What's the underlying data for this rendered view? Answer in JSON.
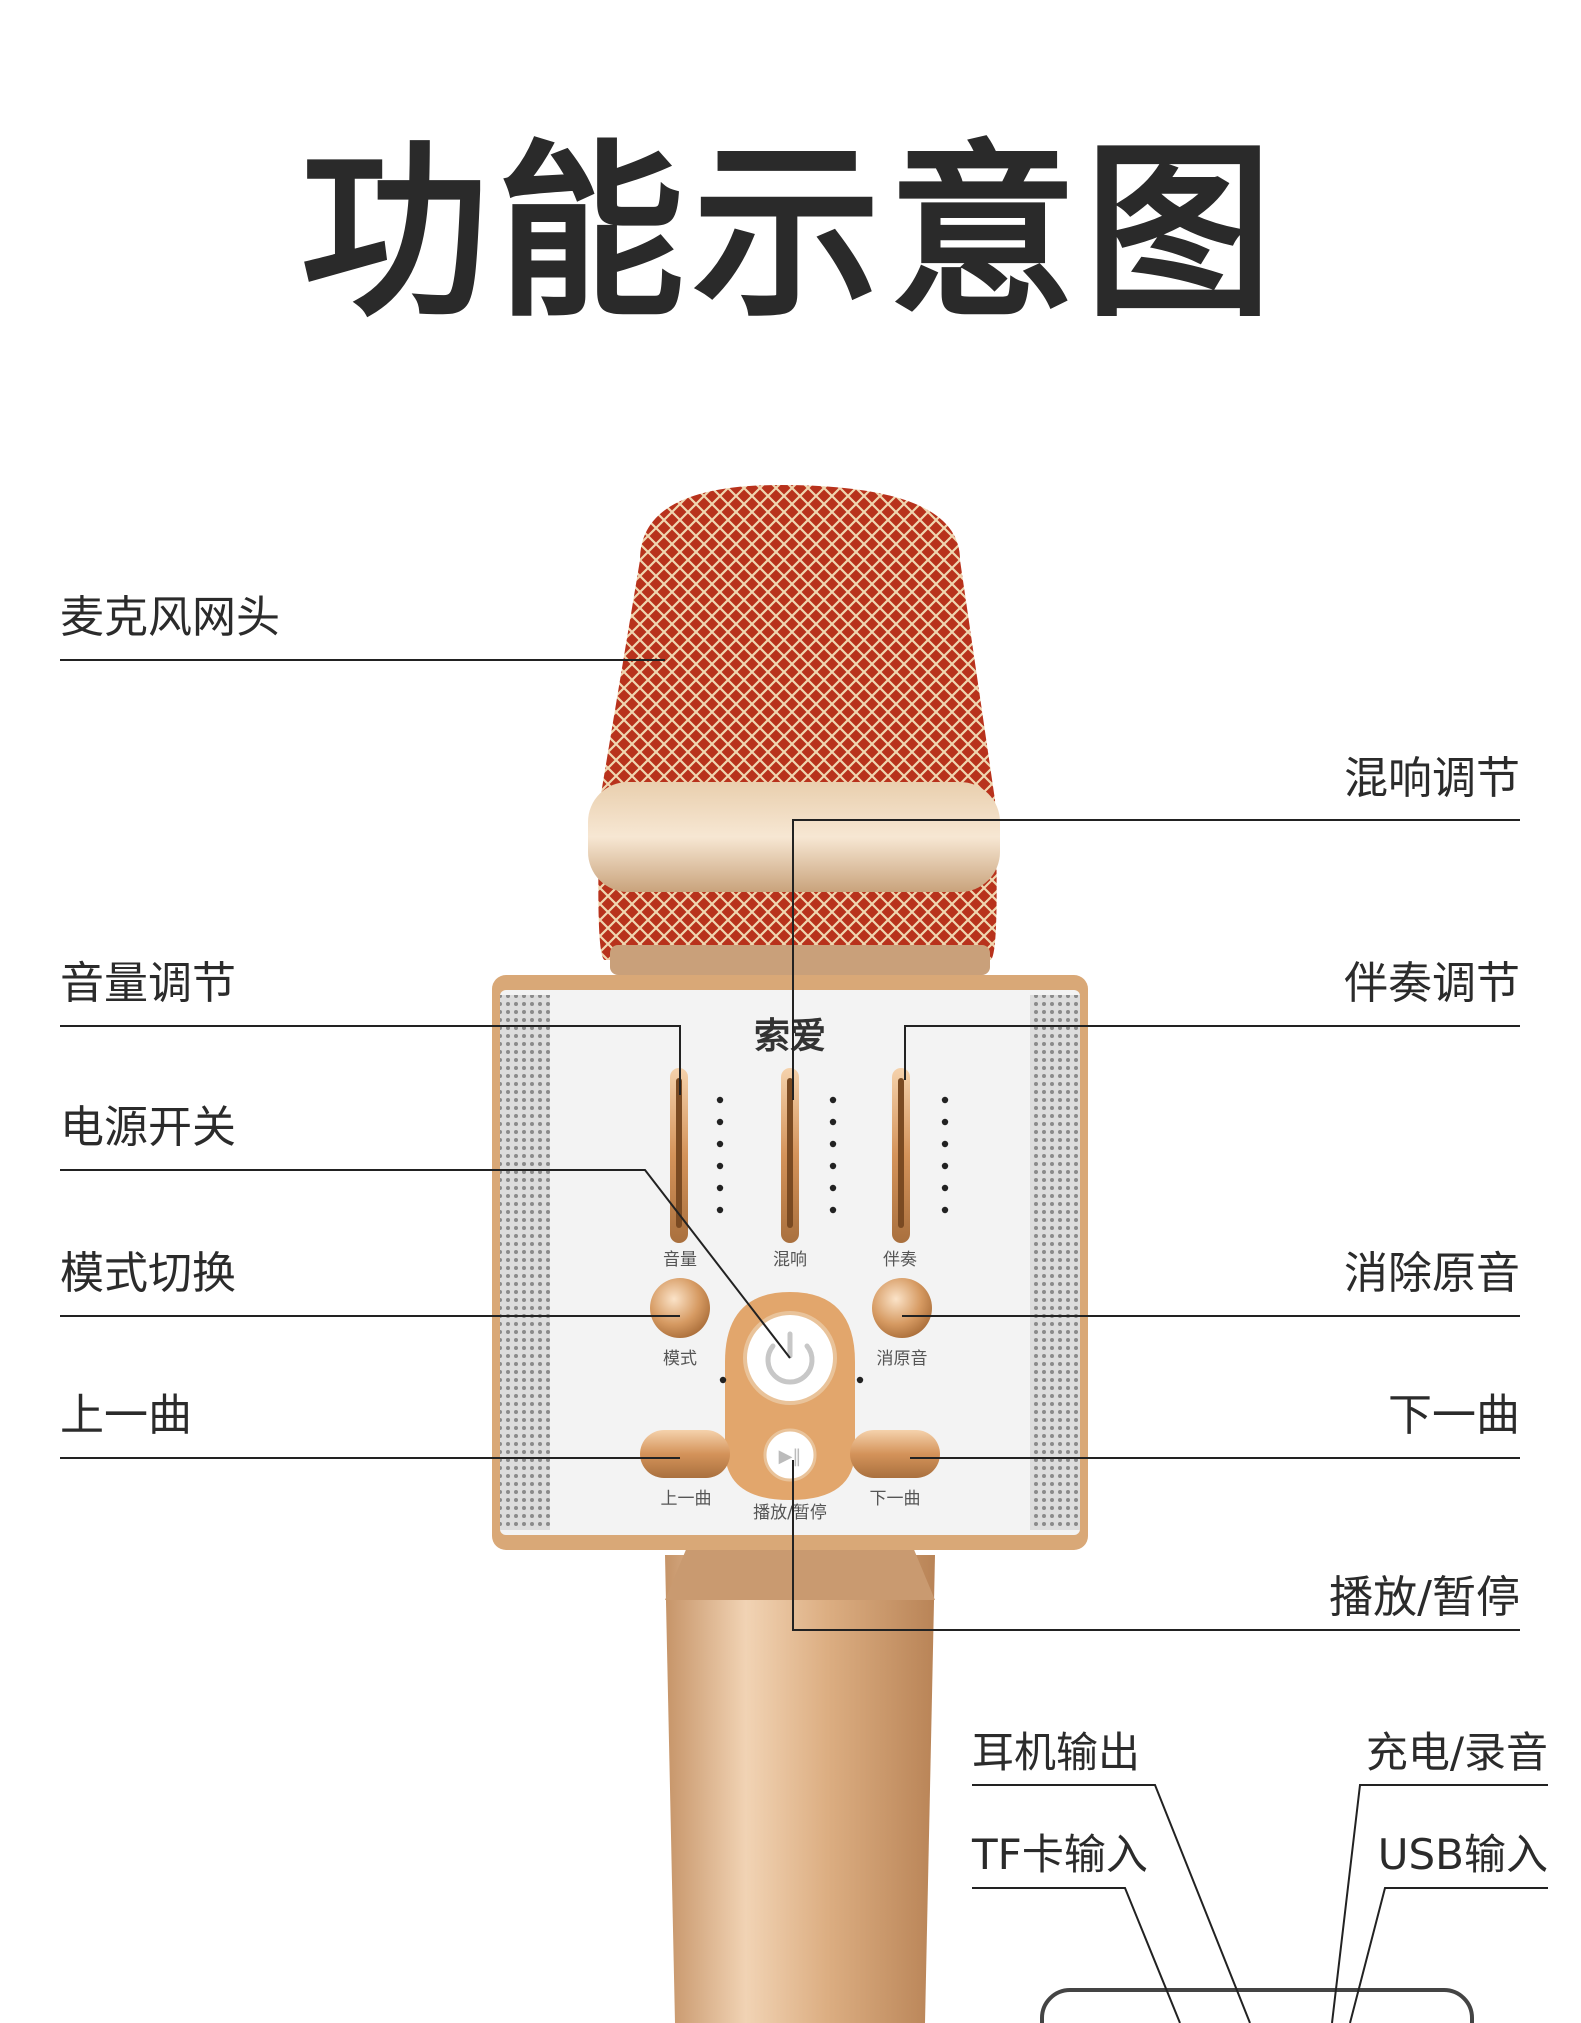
{
  "title": "功能示意图",
  "device": {
    "brand": "索爱",
    "panel_labels": {
      "volume": "音量",
      "reverb": "混响",
      "accompaniment": "伴奏",
      "mode": "模式",
      "vocal_remove": "消原音",
      "prev": "上一曲",
      "play_pause": "播放/暂停",
      "next": "下一曲"
    }
  },
  "callouts": {
    "mic_head": "麦克风网头",
    "reverb_adjust": "混响调节",
    "volume_adjust": "音量调节",
    "accompaniment_adjust": "伴奏调节",
    "power_switch": "电源开关",
    "mode_switch": "模式切换",
    "vocal_remove": "消除原音",
    "prev_track": "上一曲",
    "next_track": "下一曲",
    "play_pause": "播放/暂停",
    "earphone_out": "耳机输出",
    "charge_record": "充电/录音",
    "tf_input": "TF卡输入",
    "usb_input": "USB输入"
  },
  "colors": {
    "mesh_red": "#b8321c",
    "gold": "#d9a877",
    "gold_dark": "#b07a48",
    "panel": "#f4f4f4",
    "line": "#222222"
  }
}
